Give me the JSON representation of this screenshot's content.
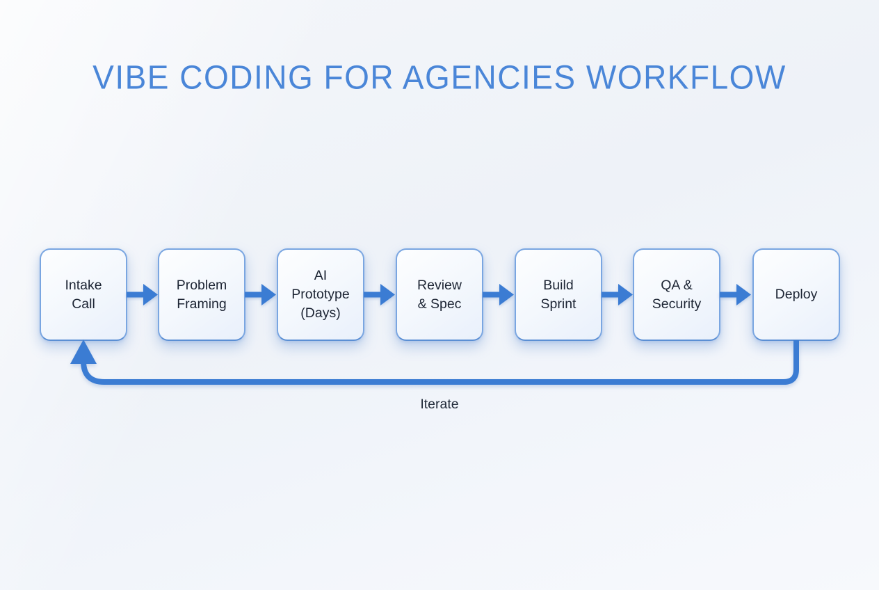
{
  "title": "VIBE CODING FOR AGENCIES WORKFLOW",
  "flow": {
    "nodes": [
      {
        "id": "intake-call",
        "label": "Intake\nCall"
      },
      {
        "id": "problem-framing",
        "label": "Problem\nFraming"
      },
      {
        "id": "ai-prototype",
        "label": "AI\nPrototype\n(Days)"
      },
      {
        "id": "review-spec",
        "label": "Review\n& Spec"
      },
      {
        "id": "build-sprint",
        "label": "Build\nSprint"
      },
      {
        "id": "qa-security",
        "label": "QA &\nSecurity"
      },
      {
        "id": "deploy",
        "label": "Deploy"
      }
    ],
    "connector_icon": "arrow-right-icon",
    "loop": {
      "label": "Iterate",
      "from": "deploy",
      "to": "intake-call"
    }
  },
  "colors": {
    "accent_blue": "#3b7cd3",
    "title_blue": "#4a86d8",
    "box_border": "#7aa6e1",
    "box_fill_light": "#fdfeff",
    "box_fill_dark": "#e9f0fb",
    "text_dark": "#1c2433",
    "background": "#eef2f8"
  }
}
